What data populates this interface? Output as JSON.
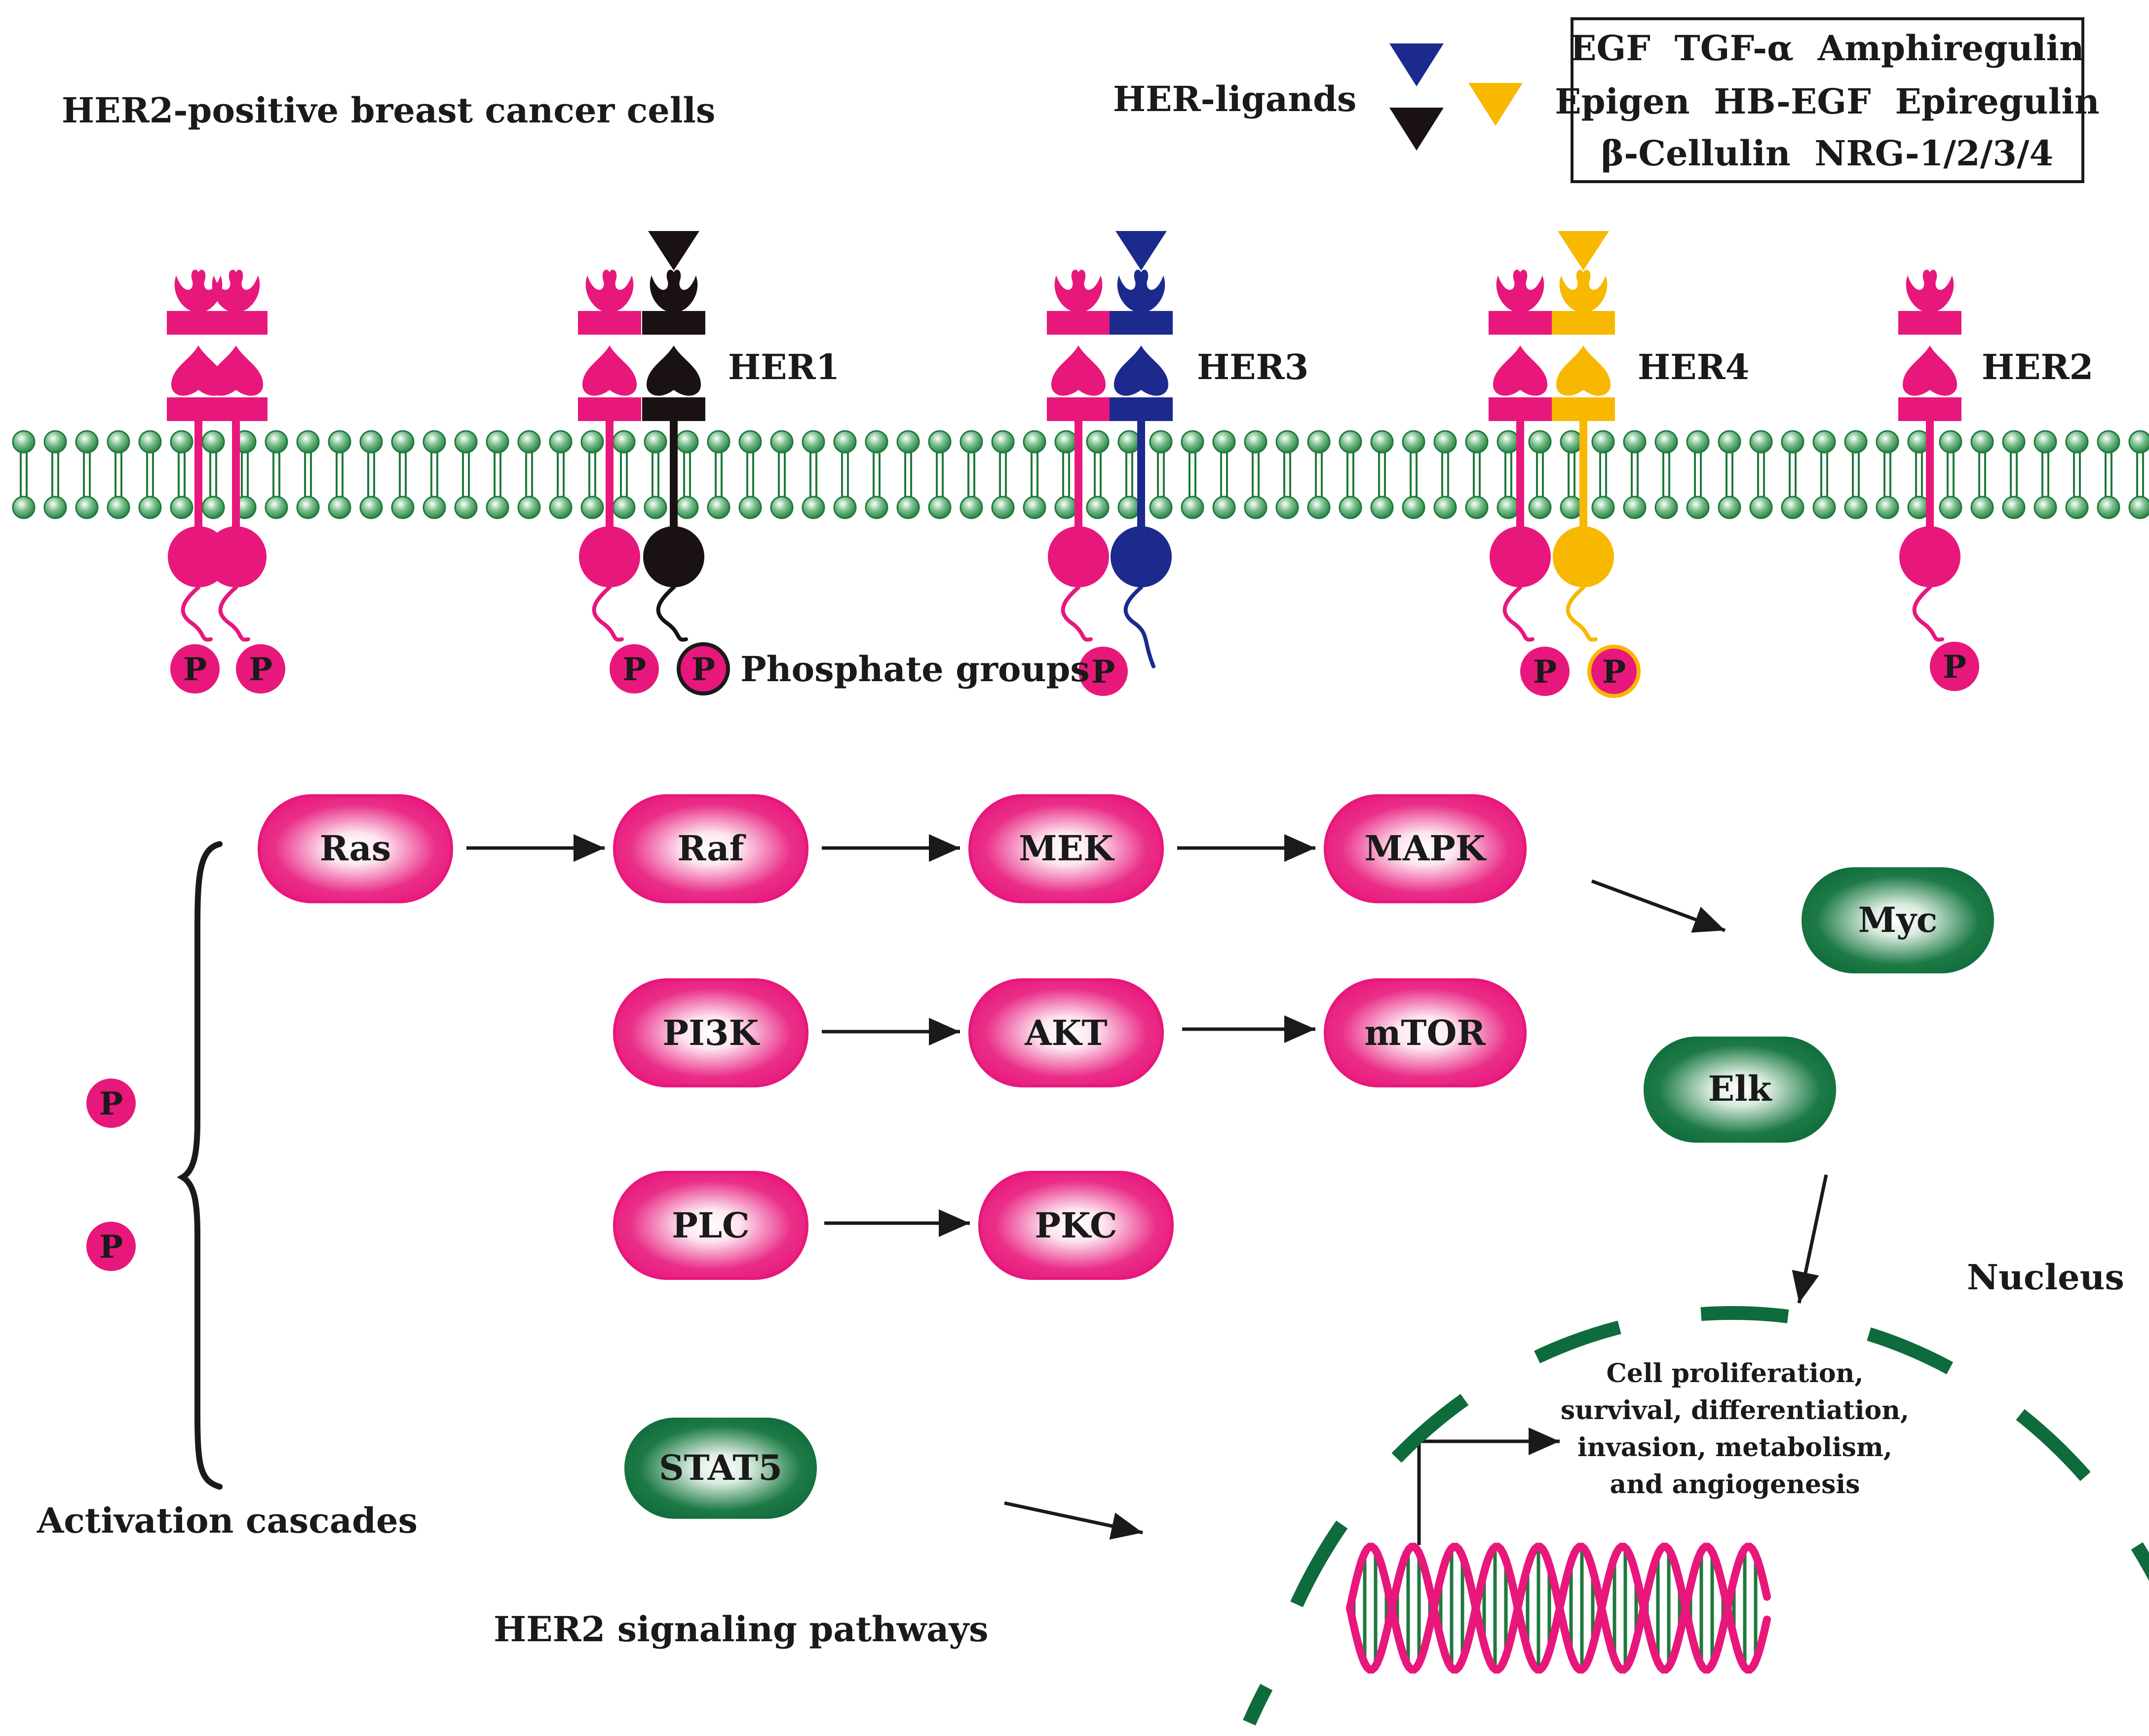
{
  "title": "HER2-positive breast cancer cells",
  "ligands": {
    "label": "HER-ligands",
    "colors": [
      "#1c2a8e",
      "#1a1212",
      "#f8b800"
    ],
    "list_lines": [
      "EGF  TGF-α  Amphiregulin",
      "Epigen  HB-EGF  Epiregulin",
      "β-Cellulin  NRG-1/2/3/4"
    ]
  },
  "receptors": [
    {
      "left_color": "#e8177c",
      "right_color": "#e8177c",
      "left_p": "P",
      "right_p": "P",
      "label": ""
    },
    {
      "left_color": "#e8177c",
      "right_color": "#1a1212",
      "left_p": "P",
      "right_p": "P",
      "label": "HER1"
    },
    {
      "left_color": "#e8177c",
      "right_color": "#1c2a8e",
      "left_p": "P",
      "right_p": "",
      "label": "HER3"
    },
    {
      "left_color": "#e8177c",
      "right_color": "#f8b800",
      "left_p": "P",
      "right_p": "P",
      "label": "HER4"
    },
    {
      "single_color": "#e8177c",
      "p": "P",
      "label": "HER2"
    }
  ],
  "phosphate_label": "Phosphate groups",
  "activation_label": "Activation cascades",
  "pathways_label": "HER2 signaling pathways",
  "free_phosphates": [
    "P",
    "P"
  ],
  "pathways": {
    "ras_row": [
      "Ras",
      "Raf",
      "MEK",
      "MAPK"
    ],
    "pi3k_row": [
      "PI3K",
      "AKT",
      "mTOR"
    ],
    "plc_row": [
      "PLC",
      "PKC"
    ],
    "stat": "STAT5"
  },
  "transcription_factors": [
    "Myc",
    "Elk"
  ],
  "nucleus_label": "Nucleus",
  "outcomes": [
    "Cell proliferation,",
    "survival, differentiation,",
    "invasion, metabolism,",
    "and angiogenesis"
  ],
  "colors": {
    "pink": "#e8177c",
    "green": "#0e6b3b",
    "membrane_green": "#1e7a3c",
    "outline": "#1a1a1a"
  }
}
